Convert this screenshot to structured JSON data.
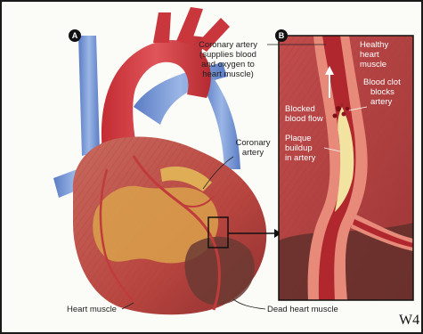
{
  "panels": {
    "a_badge": "A",
    "b_badge": "B"
  },
  "labels": {
    "coronary_artery_main": [
      "Coronary artery",
      "(supplies blood",
      "and oxygen to",
      "heart muscle)"
    ],
    "coronary_artery_small": [
      "Coronary",
      "artery"
    ],
    "heart_muscle": "Heart muscle",
    "dead_heart_muscle": "Dead heart muscle",
    "healthy_heart_muscle": [
      "Healthy",
      "heart",
      "muscle"
    ],
    "blood_clot": [
      "Blood clot",
      "blocks",
      "artery"
    ],
    "blocked_flow": [
      "Blocked",
      "blood flow"
    ],
    "plaque": [
      "Plaque",
      "buildup",
      "in artery"
    ]
  },
  "watermark": "W4",
  "colors": {
    "aorta": "#d23a3f",
    "vein_blue": "#6d8fd0",
    "heart_muscle": "#c0504f",
    "fat_yellow": "#d8a24a",
    "dead_muscle": "#6b3a32",
    "plaque": "#f2e3a0",
    "artery_lumen": "#b0282e"
  }
}
